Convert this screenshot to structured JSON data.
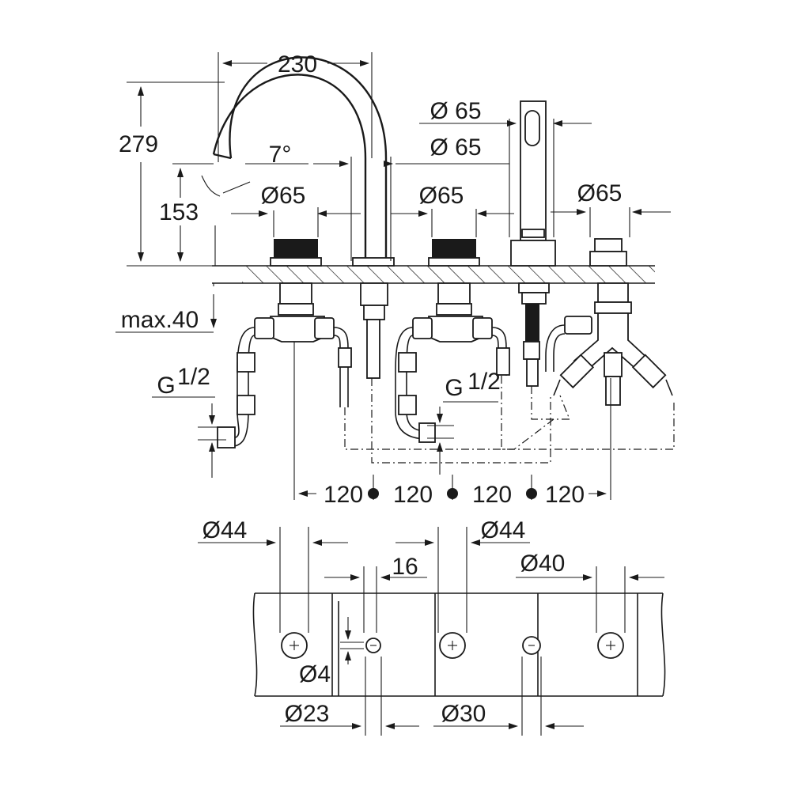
{
  "dimensions": {
    "spout_reach": "230",
    "total_height": "279",
    "spout_height": "153",
    "angle": "7°",
    "max_thickness": "max.40",
    "hand_shower_dia": "Ø 65",
    "spout_dia": "Ø 65",
    "handle_left_dia": "Ø65",
    "handle_mid_dia": "Ø65",
    "diverter_dia": "Ø65",
    "thread_left": "G",
    "thread_left_frac": "1/2",
    "thread_right": "G",
    "thread_right_frac": "1/2",
    "spacing": [
      "120",
      "120",
      "120",
      "120"
    ]
  },
  "holes": {
    "hole_left": "Ø44",
    "hole_mid": "Ø44",
    "hole_right": "Ø40",
    "slot_width": "16",
    "pin_dia": "Ø4",
    "small_hole": "Ø23",
    "shower_hole": "Ø30"
  }
}
